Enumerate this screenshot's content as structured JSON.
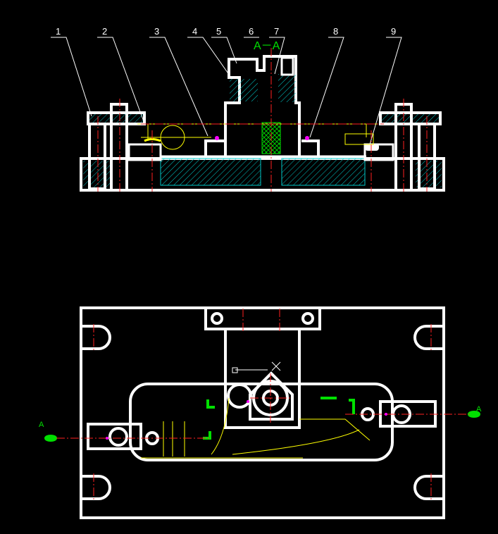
{
  "part_labels": [
    "1",
    "2",
    "3",
    "4",
    "5",
    "6",
    "7",
    "8",
    "9"
  ],
  "section_title": "A－A",
  "cut_marks": [
    "A",
    "A"
  ],
  "colors": {
    "background": "#000000",
    "outline": "#ffffff",
    "hatch": "#00c8c8",
    "centerline": "#ff2020",
    "auxiliary": "#ffff00",
    "annotation": "#00e000",
    "bolt": "#ff00ff"
  }
}
